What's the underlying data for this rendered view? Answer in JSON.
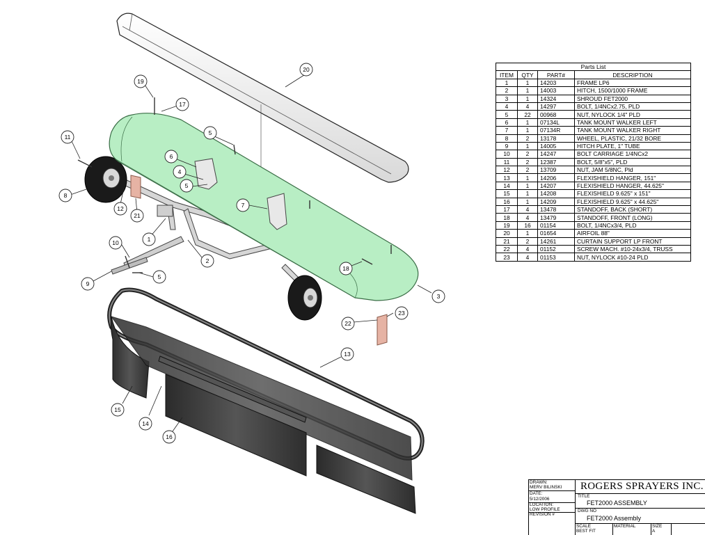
{
  "parts_list": {
    "title": "Parts List",
    "columns": [
      "ITEM",
      "QTY",
      "PART#",
      "DESCRIPTION"
    ],
    "rows": [
      [
        "1",
        "1",
        "14203",
        "FRAME LP6"
      ],
      [
        "2",
        "1",
        "14003",
        "HITCH, 1500/1000 FRAME"
      ],
      [
        "3",
        "1",
        "14324",
        "SHROUD FET2000"
      ],
      [
        "4",
        "4",
        "14297",
        "BOLT, 1/4NCx2.75, PLD"
      ],
      [
        "5",
        "22",
        "00968",
        "NUT, NYLOCK 1/4\" PLD"
      ],
      [
        "6",
        "1",
        "07134L",
        "TANK MOUNT WALKER LEFT"
      ],
      [
        "7",
        "1",
        "07134R",
        "TANK MOUNT WALKER RIGHT"
      ],
      [
        "8",
        "2",
        "13178",
        "WHEEL, PLASTIC, 21/32 BORE"
      ],
      [
        "9",
        "1",
        "14005",
        "HITCH PLATE, 1\" TUBE"
      ],
      [
        "10",
        "2",
        "14247",
        "BOLT CARRIAGE 1/4NCx2"
      ],
      [
        "11",
        "2",
        "12387",
        "BOLT, 5/8\"x5\", PLD"
      ],
      [
        "12",
        "2",
        "13709",
        "NUT, JAM 5/8NC, Pld"
      ],
      [
        "13",
        "1",
        "14206",
        "FLEXISHIELD HANGER, 151\""
      ],
      [
        "14",
        "1",
        "14207",
        "FLEXISHIELD HANGER, 44.625\""
      ],
      [
        "15",
        "1",
        "14208",
        "FLEXISHIELD 9.625\" x 151\""
      ],
      [
        "16",
        "1",
        "14209",
        "FLEXISHIELD 9.625\" x 44.625\""
      ],
      [
        "17",
        "4",
        "13478",
        "STANDOFF, BACK (SHORT)"
      ],
      [
        "18",
        "4",
        "13479",
        "STANDOFF, FRONT (LONG)"
      ],
      [
        "19",
        "16",
        "01154",
        "BOLT, 1/4NCx3/4, PLD"
      ],
      [
        "20",
        "1",
        "01654",
        "AIRFOIL 88\""
      ],
      [
        "21",
        "2",
        "14261",
        "CURTAIN SUPPORT LP FRONT"
      ],
      [
        "22",
        "4",
        "01152",
        "SCREW MACH. #10-24x3/4, TRUSS"
      ],
      [
        "23",
        "4",
        "01153",
        "NUT, NYLOCK #10-24 PLD"
      ]
    ]
  },
  "callouts": [
    {
      "label": "20"
    },
    {
      "label": "19"
    },
    {
      "label": "17"
    },
    {
      "label": "11"
    },
    {
      "label": "6"
    },
    {
      "label": "5"
    },
    {
      "label": "4"
    },
    {
      "label": "5"
    },
    {
      "label": "8"
    },
    {
      "label": "12"
    },
    {
      "label": "21"
    },
    {
      "label": "7"
    },
    {
      "label": "1"
    },
    {
      "label": "10"
    },
    {
      "label": "2"
    },
    {
      "label": "9"
    },
    {
      "label": "5"
    },
    {
      "label": "18"
    },
    {
      "label": "3"
    },
    {
      "label": "23"
    },
    {
      "label": "22"
    },
    {
      "label": "13"
    },
    {
      "label": "15"
    },
    {
      "label": "14"
    },
    {
      "label": "16"
    }
  ],
  "title_block": {
    "drawn_label": "DRAWN:",
    "drawn_value": "MERV BILINSKI",
    "date_label": "DATE:",
    "date_value": "5/12/2006",
    "location_label": "LOCATION:",
    "location_value": "LOW PROFILE",
    "revision_label": "REVISION #",
    "company": "ROGERS SPRAYERS INC.",
    "title_label": "TITLE",
    "title_value": "FET2000 ASSEMBLY",
    "dwg_label": "DWG NO",
    "dwg_value": "FET2000 Assembly",
    "size_label": "SIZE",
    "size_value": "A",
    "scale_label": "SCALE",
    "scale_value": "BEST FIT",
    "material_label": "MATERIAL"
  },
  "colors": {
    "shroud_fill": "#b8eec4",
    "shroud_stroke": "#3a6d46",
    "shield_fill": "#3a3a3a",
    "curtain_fill": "#e6b3a4",
    "wheel_fill": "#1a1a1a"
  }
}
